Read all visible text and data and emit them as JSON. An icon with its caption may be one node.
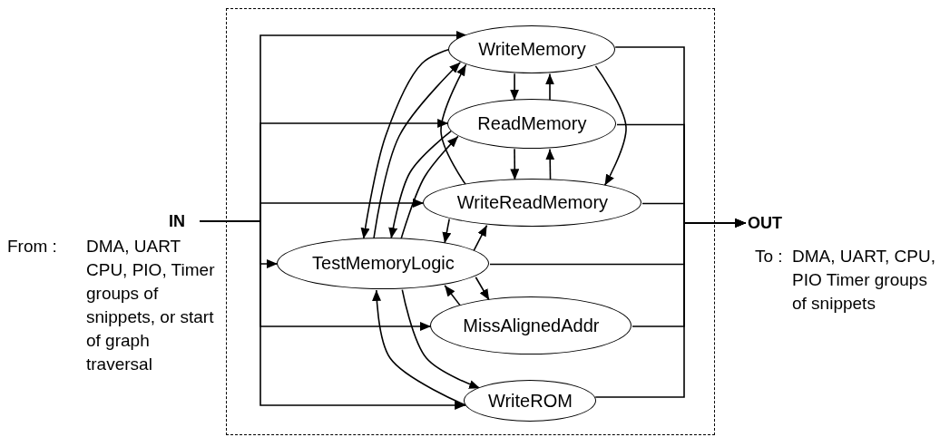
{
  "diagram": {
    "nodes": [
      {
        "text": [],
        "shape": "box"
      },
      {
        "text": [
          "WriteMemory"
        ],
        "in": 0
      },
      {
        "text": [
          "ReadMemory"
        ],
        "in": 0
      },
      {
        "text": [
          "WriteReadMemory"
        ],
        "in": 0
      },
      {
        "text": [
          "TestMemoryLogic"
        ],
        "in": 0
      },
      {
        "text": [
          "MissAlignedAddr"
        ],
        "in": 0
      },
      {
        "text": [
          "WriteROM"
        ],
        "in": 0
      },
      {
        "text": [
          "IN"
        ]
      },
      {
        "text": [
          "OUT"
        ]
      }
    ],
    "edges": [
      {
        "from": 7,
        "to": 1,
        "arrow": "to"
      },
      {
        "from": 7,
        "to": 2,
        "arrow": "to"
      },
      {
        "from": 7,
        "to": 3,
        "arrow": "to"
      },
      {
        "from": 7,
        "to": 4,
        "arrow": "to"
      },
      {
        "from": 7,
        "to": 5,
        "arrow": "to"
      },
      {
        "from": 7,
        "to": 6,
        "arrow": "to"
      },
      {
        "from": 1,
        "to": 8,
        "arrow": "to"
      },
      {
        "from": 2,
        "to": 8,
        "arrow": "to"
      },
      {
        "from": 3,
        "to": 8,
        "arrow": "to"
      },
      {
        "from": 4,
        "to": 8,
        "arrow": "to"
      },
      {
        "from": 5,
        "to": 8,
        "arrow": "to"
      },
      {
        "from": 6,
        "to": 8,
        "arrow": "to"
      },
      {
        "from": 1,
        "to": 2,
        "arrow": "to"
      },
      {
        "from": 2,
        "to": 1,
        "arrow": "to"
      },
      {
        "from": 2,
        "to": 3,
        "arrow": "to"
      },
      {
        "from": 3,
        "to": 2,
        "arrow": "to"
      },
      {
        "from": 1,
        "to": 3,
        "arrow": "to"
      },
      {
        "from": 3,
        "to": 1,
        "arrow": "to"
      },
      {
        "from": 1,
        "to": 4,
        "arrow": "to"
      },
      {
        "from": 4,
        "to": 1,
        "arrow": "to"
      },
      {
        "from": 2,
        "to": 4,
        "arrow": "to"
      },
      {
        "from": 4,
        "to": 2,
        "arrow": "to"
      },
      {
        "from": 3,
        "to": 4,
        "arrow": "to"
      },
      {
        "from": 4,
        "to": 3,
        "arrow": "to"
      },
      {
        "from": 4,
        "to": 5,
        "arrow": "to"
      },
      {
        "from": 5,
        "to": 4,
        "arrow": "to"
      },
      {
        "from": 4,
        "to": 6,
        "arrow": "to"
      },
      {
        "from": 6,
        "to": 4,
        "arrow": "to"
      }
    ],
    "labels": [
      "From :",
      "DMA, UART CPU, PIO, Timer groups of snippets, or start of graph traversal",
      "To :",
      "DMA, UART, CPU, PIO Timer groups of snippets"
    ]
  }
}
